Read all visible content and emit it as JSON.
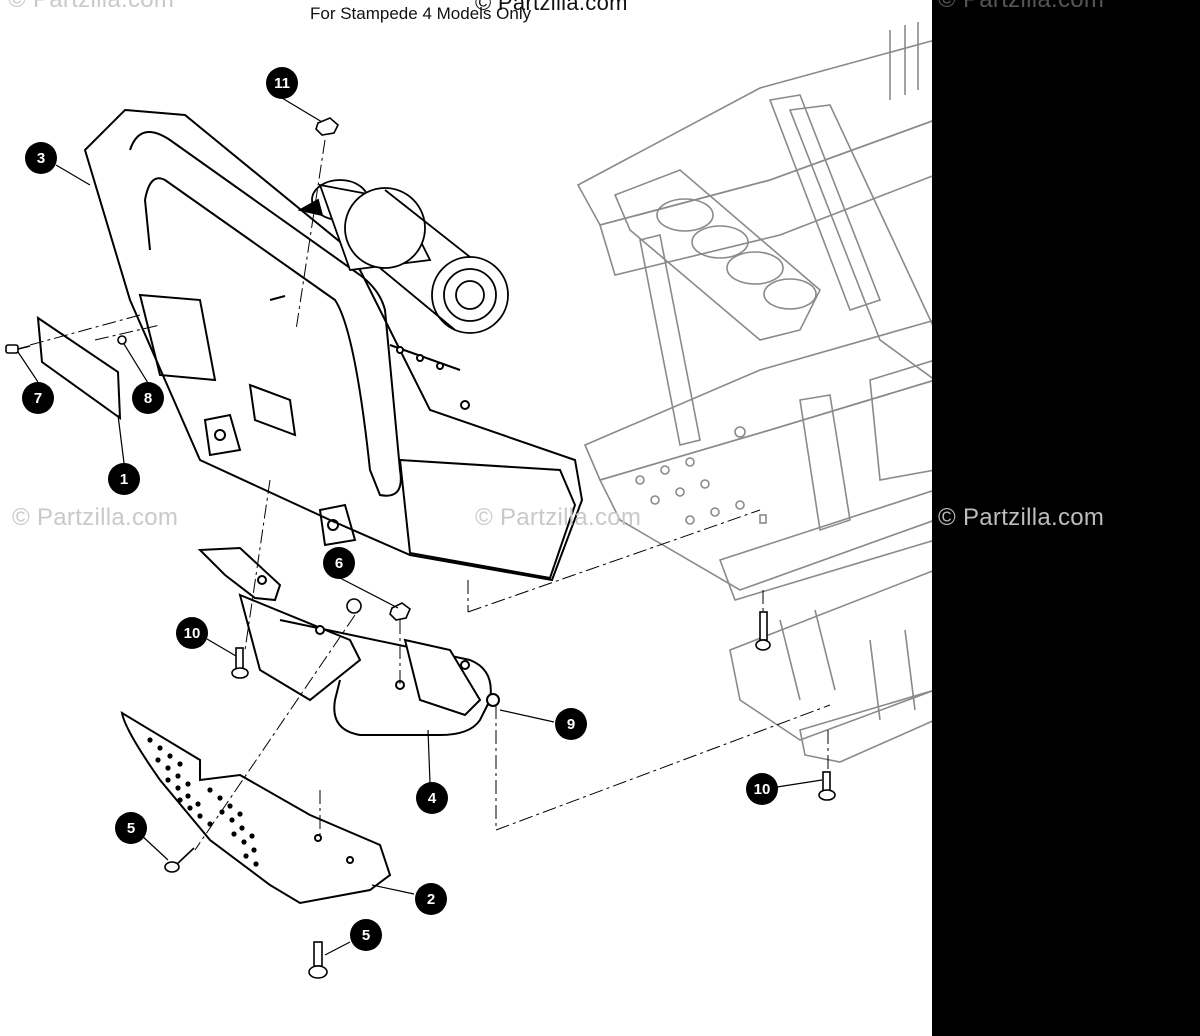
{
  "caption": "For Stampede 4 Models Only",
  "watermarks": {
    "top_left": "© Partzilla.com",
    "top_center": "© Partzilla.com",
    "top_right": "© Partzilla.com",
    "mid_left": "© Partzilla.com",
    "mid_center": "© Partzilla.com",
    "mid_right": "© Partzilla.com"
  },
  "callouts": [
    "1",
    "2",
    "3",
    "4",
    "5",
    "5",
    "6",
    "7",
    "8",
    "9",
    "10",
    "10",
    "11"
  ],
  "colors": {
    "line": "#000000",
    "frame_line": "#8a8a8a",
    "callout_fill": "#000000",
    "callout_text": "#ffffff",
    "watermark": "#c9c9c9"
  }
}
